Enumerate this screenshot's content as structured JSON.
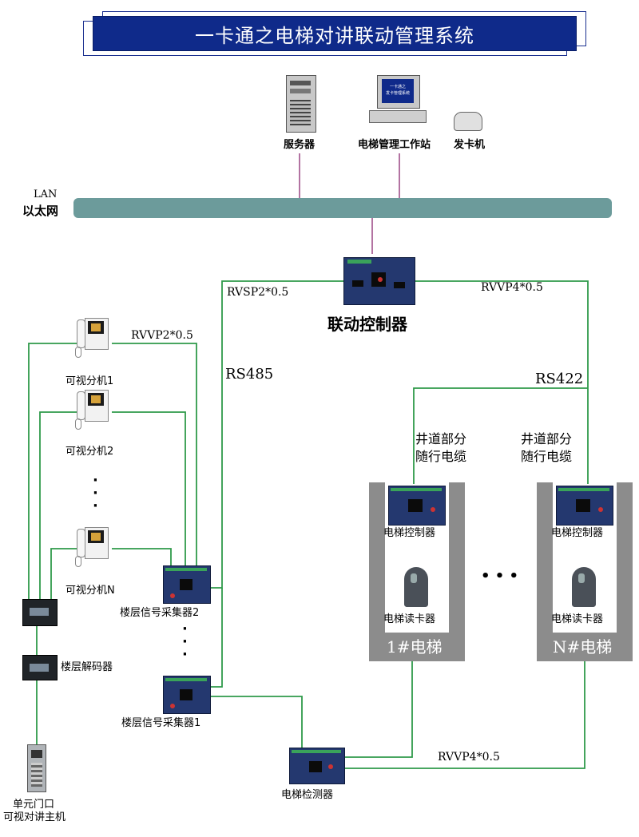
{
  "title": "一卡通之电梯对讲联动管理系统",
  "nodes": {
    "server": "服务器",
    "workstation": "电梯管理工作站",
    "workstation_screen_line1": "一卡通之",
    "workstation_screen_line2": "发卡管理系统",
    "card_issuer": "发卡机",
    "lan_line1": "LAN",
    "lan_line2": "以太网",
    "linkage_controller": "联动控制器",
    "video_ext1": "可视分机1",
    "video_ext2": "可视分机2",
    "video_extn": "可视分机N",
    "floor_collector2": "楼层信号采集器2",
    "floor_collector1": "楼层信号采集器1",
    "floor_decoder": "楼层解码器",
    "unit_door_line1": "单元门口",
    "unit_door_line2": "可视对讲主机",
    "elevator_controller_1": "电梯控制器",
    "elevator_controller_n": "电梯控制器",
    "elevator_reader_1": "电梯读卡器",
    "elevator_reader_n": "电梯读卡器",
    "elevator_1": "1#电梯",
    "elevator_n": "N#电梯",
    "shaft_cable_1_line1": "井道部分",
    "shaft_cable_1_line2": "随行电缆",
    "shaft_cable_n_line1": "井道部分",
    "shaft_cable_n_line2": "随行电缆",
    "elevator_detector": "电梯检测器"
  },
  "cables": {
    "rvsp": "RVSP2*0.5",
    "rvvp4_top": "RVVP4*0.5",
    "rvvp2": "RVVP2*0.5",
    "rs485": "RS485",
    "rs422": "RS422",
    "rvvp4_bottom": "RVVP4*0.5"
  },
  "ellipsis": {
    "vertical": "·\n·\n·",
    "horizontal": "• • •"
  },
  "colors": {
    "title_bg": "#0f2a8a",
    "lan_bar": "#6c9b9b",
    "network_line": "#a0508a",
    "bus_line": "#2f9a4a",
    "shaft": "#8c8c8c"
  }
}
